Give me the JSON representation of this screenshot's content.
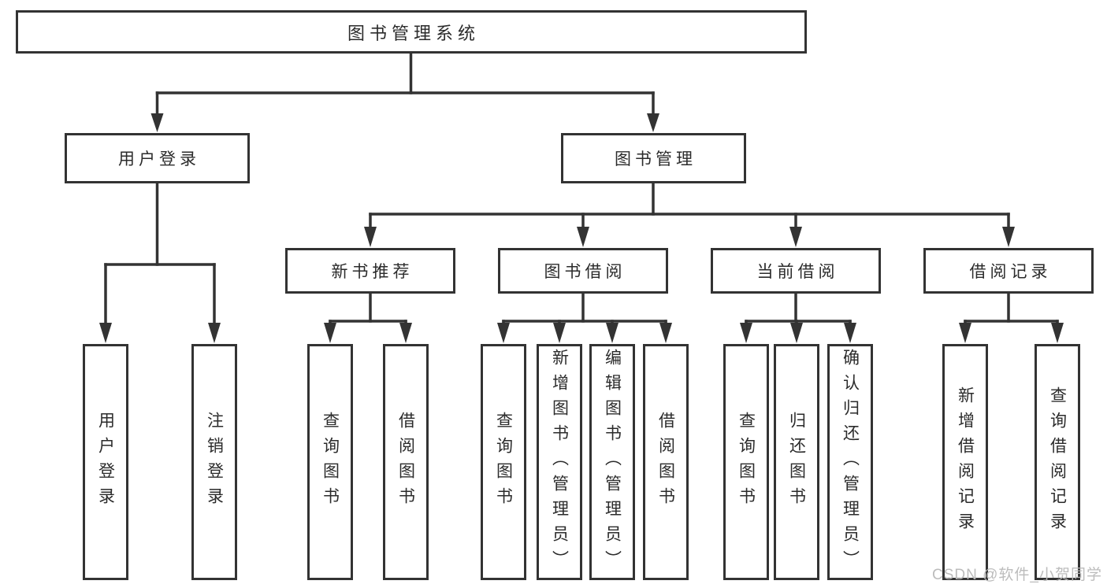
{
  "diagram": {
    "title": "图书管理系统",
    "root": {
      "label": "图书管理系统"
    },
    "branches": [
      {
        "label": "用户登录",
        "children": [
          {
            "label": "用户登录"
          },
          {
            "label": "注销登录"
          }
        ]
      },
      {
        "label": "图书管理",
        "children": [
          {
            "label": "新书推荐",
            "children": [
              {
                "label": "查询图书"
              },
              {
                "label": "借阅图书"
              }
            ]
          },
          {
            "label": "图书借阅",
            "children": [
              {
                "label": "查询图书"
              },
              {
                "label": "新增图书（管理员）"
              },
              {
                "label": "编辑图书（管理员）"
              },
              {
                "label": "借阅图书"
              }
            ]
          },
          {
            "label": "当前借阅",
            "children": [
              {
                "label": "查询图书"
              },
              {
                "label": "归还图书"
              },
              {
                "label": "确认归还（管理员）"
              }
            ]
          },
          {
            "label": "借阅记录",
            "children": [
              {
                "label": "新增借阅记录"
              },
              {
                "label": "查询借阅记录"
              }
            ]
          }
        ]
      }
    ]
  },
  "watermark": {
    "text": "CSDN @软件_小贺同学"
  },
  "colors": {
    "line": "#333333",
    "box_border": "#333333",
    "text": "#2b2b2b",
    "background": "#ffffff",
    "watermark": "#b9b9b9"
  }
}
